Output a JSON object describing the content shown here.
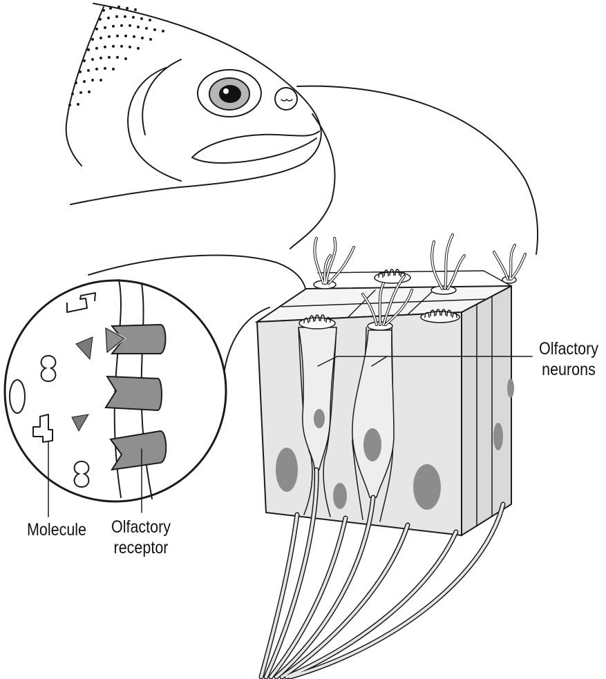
{
  "labels": {
    "olfactory_neurons_line1": "Olfactory",
    "olfactory_neurons_line2": "neurons",
    "molecule": "Molecule",
    "olfactory_receptor_line1": "Olfactory",
    "olfactory_receptor_line2": "receptor"
  },
  "colors": {
    "outline": "#1a1a1a",
    "cell_fill": "#e6e6e6",
    "cell_top": "#f5f5f5",
    "nucleus": "#8c8c8c",
    "receptor": "#8f8f8f",
    "eye_ring": "#b5b5b5"
  }
}
